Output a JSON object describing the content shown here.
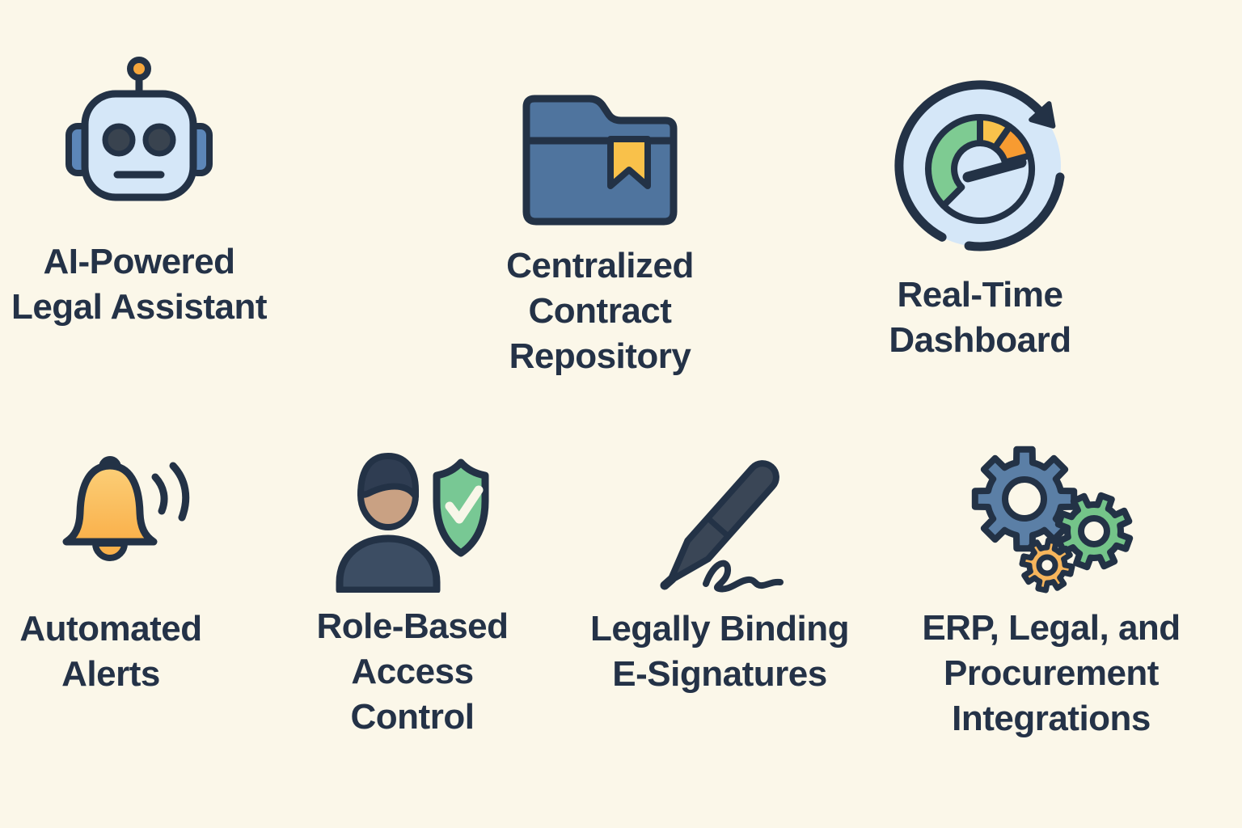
{
  "page": {
    "title": "Contract management feature infographic",
    "background": "#FBF7E9",
    "text_color": "#243247"
  },
  "colors": {
    "background": "#FBF7E9",
    "text_color": "#243247",
    "navy": "#233246",
    "cream": "#FBF7E9",
    "check_cream": "#F8F6E8",
    "light_blue": "#D5E7F8",
    "steel_blue": "#5C86B8",
    "folder_blue": "#4F749E",
    "bookmark_yellow": "#F9C14A",
    "gauge_green": "#7ECB92",
    "gauge_yellow": "#F9C24B",
    "gauge_orange": "#F79B31",
    "bell_orange": "#F9B04A",
    "bell_light": "#FCCF78",
    "slate": "#3A4656",
    "eye_slate": "#39434F",
    "body_slate": "#3C4D63",
    "hair": "#2F3D52",
    "tan": "#C9A183",
    "shield_green": "#78C894",
    "gear_blue": "#5B7FA6",
    "gear_green": "#74C489",
    "gear_orange": "#F6B55C",
    "antenna_orange": "#F5A63C"
  },
  "features": [
    {
      "icon": "robot-icon",
      "label": "AI-Powered\nLegal Assistant"
    },
    {
      "icon": "folder-bookmark-icon",
      "label": "Centralized\nContract\nRepository"
    },
    {
      "icon": "gauge-refresh-icon",
      "label": "Real-Time\nDashboard"
    },
    {
      "icon": "bell-icon",
      "label": "Automated\nAlerts"
    },
    {
      "icon": "user-shield-icon",
      "label": "Role-Based\nAccess\nControl"
    },
    {
      "icon": "pen-signature-icon",
      "label": "Legally Binding\nE-Signatures"
    },
    {
      "icon": "gears-icon",
      "label": "ERP, Legal, and\nProcurement\nIntegrations"
    }
  ]
}
